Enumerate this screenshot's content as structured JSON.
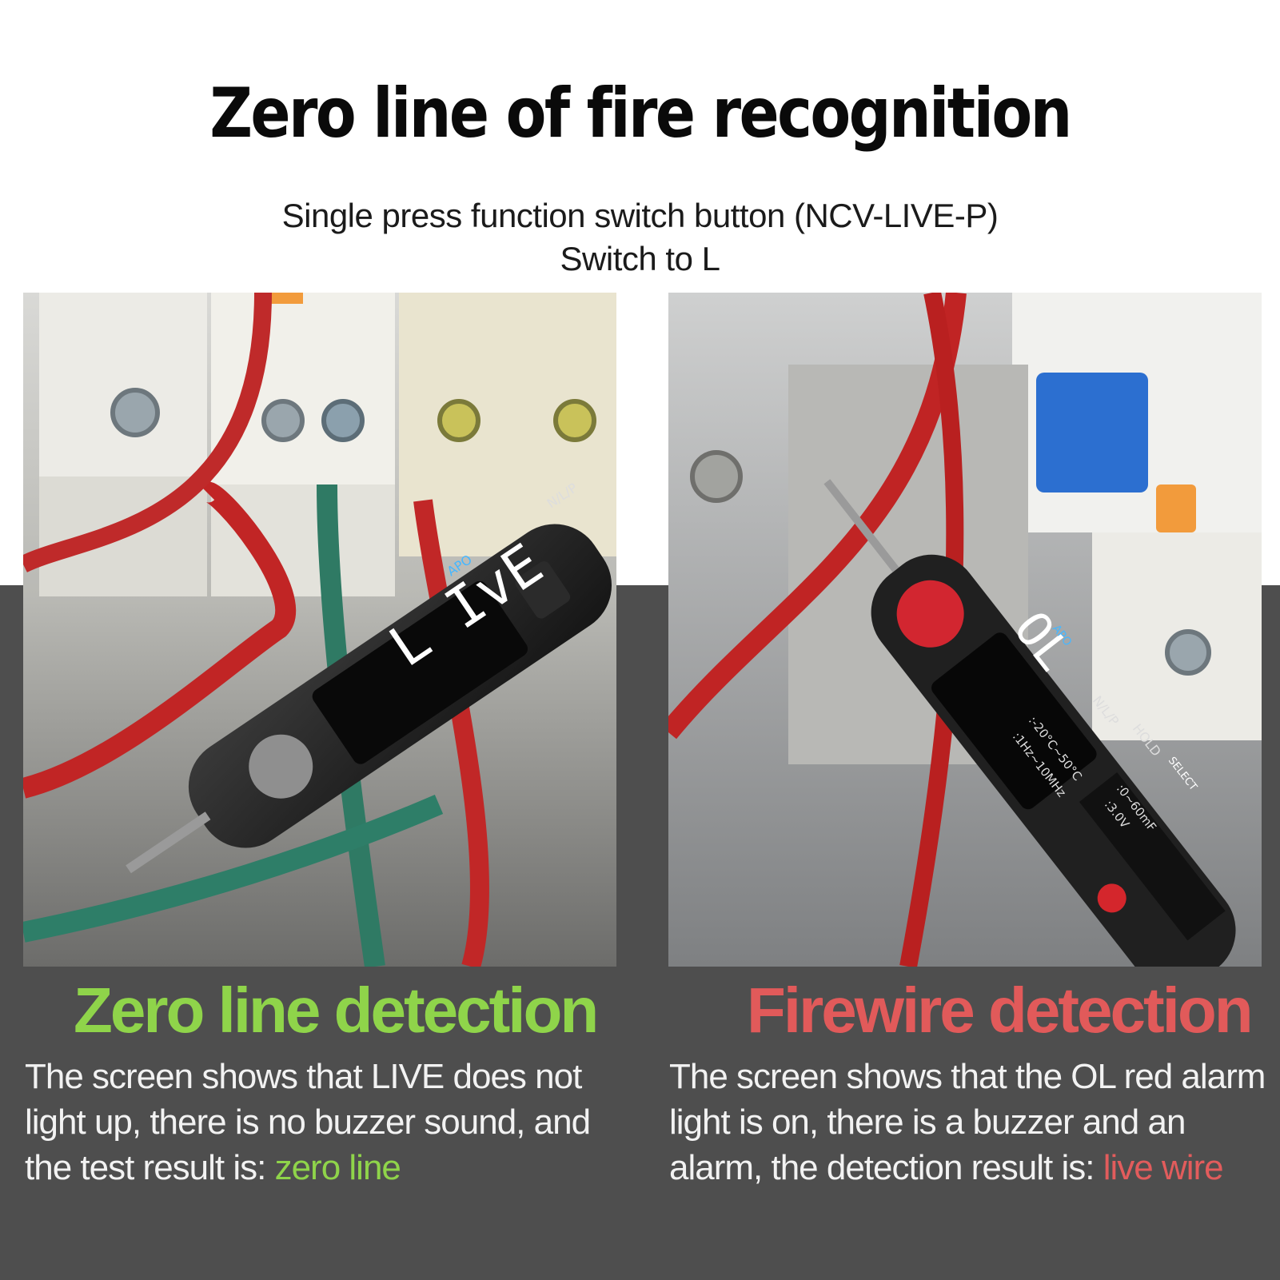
{
  "title": "Zero line of fire recognition",
  "subtitle": {
    "line1": "Single press function switch button (NCV-LIVE-P)",
    "line2": "Switch to L"
  },
  "left_panel": {
    "display_text": "L  IvE",
    "display_small": "APO",
    "button_label": "N/L/P",
    "heading": "Zero line detection",
    "heading_color": "#8fd44a",
    "description": "The screen shows that LIVE does not light up, there is no buzzer sound, and the test result is: ",
    "result": "zero line"
  },
  "right_panel": {
    "display_text": "OL",
    "display_small": "APO",
    "button_labels": [
      "N/L/P",
      "HOLD",
      "SELECT"
    ],
    "spec_lines": [
      ":-20°C~50°C",
      ":1Hz~10MHz",
      ":0~60mF",
      ":3.0V"
    ],
    "heading": "Firewire detection",
    "heading_color": "#e15a5a",
    "description": "The screen shows that the OL red alarm light is on, there is a buzzer and an alarm, the detection result is: ",
    "result": "live wire"
  },
  "colors": {
    "band": "#4e4e4e",
    "green": "#8fd44a",
    "red": "#e15a5a"
  }
}
